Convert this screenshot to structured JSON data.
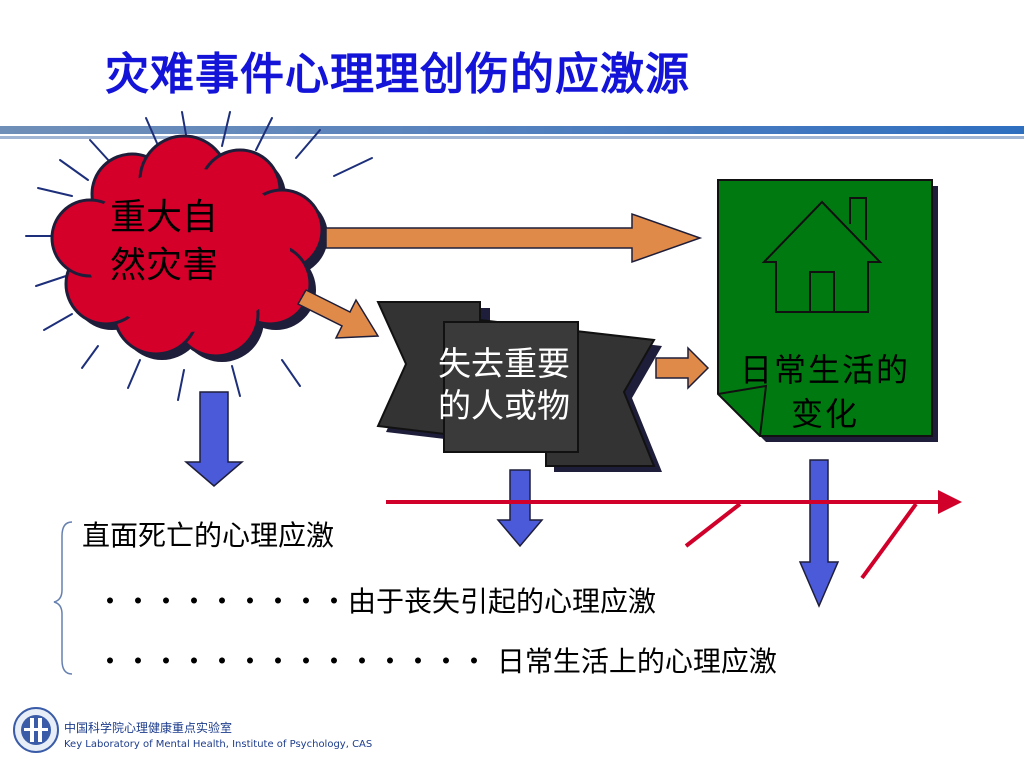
{
  "title": "灾难事件心理理创伤的应激源",
  "nodes": {
    "disaster": {
      "line1": "重大自",
      "line2": "然灾害"
    },
    "loss": {
      "line1": "失去重要",
      "line2": "的人或物"
    },
    "daily": {
      "line1": "日常生活的",
      "line2": "变化"
    }
  },
  "responses": [
    "直面死亡的心理应激",
    "・・・・・・・・・由于丧失引起的心理应激",
    "・・・・・・・・・・・・・・ 日常生活上的心理应激"
  ],
  "footer": {
    "org_cn": "中国科学院心理健康重点实验室",
    "org_en": "Key Laboratory of Mental Health, Institute of Psychology, CAS"
  },
  "colors": {
    "title": "#1414d8",
    "cloud": "#d4002a",
    "house_box": "#007a10",
    "loss_box": "#333333",
    "orange_arrow": "#e08a4a",
    "blue_arrow": "#4a5ad8",
    "timeline": "#d0002a"
  },
  "icons": {
    "daily": "house-icon",
    "logo": "institute-logo"
  }
}
